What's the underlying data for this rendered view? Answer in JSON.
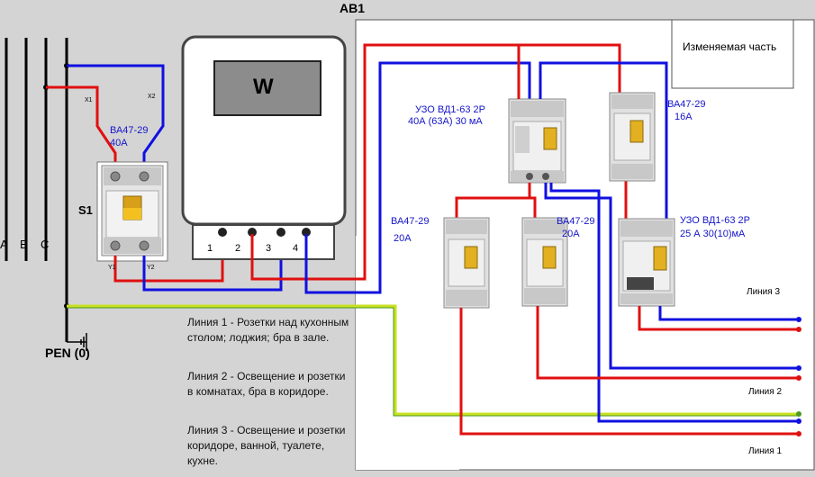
{
  "panel_title": "АВ1",
  "changeable_part": "Изменяемая часть",
  "phases": [
    "A",
    "B",
    "C"
  ],
  "pen_label": "PEN (0)",
  "meter": {
    "label": "W",
    "terminals": [
      "1",
      "2",
      "3",
      "4"
    ]
  },
  "main_breaker": {
    "id": "S1",
    "model": "ВА47-29",
    "rating": "40А",
    "inputs": [
      "X1",
      "X2"
    ],
    "outputs": [
      "Y1",
      "Y2"
    ]
  },
  "rcd_main": {
    "line1": "УЗО ВД1-63 2Р",
    "line2": "40А (63А) 30 мА"
  },
  "rcd_line3": {
    "line1": "УЗО ВД1-63 2Р",
    "line2": "25 А 30(10)мА"
  },
  "breaker_16": {
    "model": "ВА47-29",
    "rating": "16А"
  },
  "breaker_20a": {
    "model": "ВА47-29",
    "rating": "20А"
  },
  "breaker_20b": {
    "model": "ВА47-29",
    "rating": "20А"
  },
  "line_labels": {
    "l3": "Линия 3",
    "l2": "Линия 2",
    "l1": "Линия 1"
  },
  "descriptions": [
    "Линия 1 -  Розетки над кухонным столом; лоджия; бра в зале.",
    "Линия 2 - Освещение и розетки в  комнатах, бра в коридоре.",
    "Линия 3 - Освещение и розетки коридоре, ванной, туалете, кухне."
  ],
  "colors": {
    "phase": "#e01010",
    "neutral": "#1010e0",
    "earth": "#c8e020",
    "background": "#d4d4d4"
  }
}
